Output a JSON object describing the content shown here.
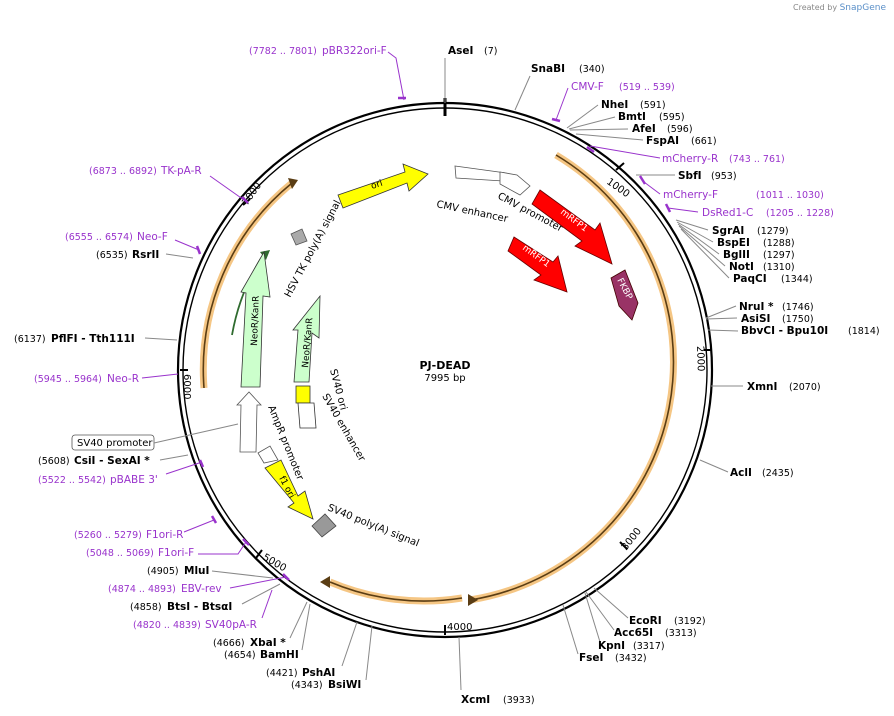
{
  "credit": {
    "prefix": "Created by",
    "brand": "SnapGene"
  },
  "plasmid": {
    "name": "PJ-DEAD",
    "length": "7995 bp"
  },
  "ticks": [
    "1000",
    "2000",
    "3000",
    "4000",
    "5000",
    "6000",
    "7000"
  ],
  "sites": [
    {
      "name": "AseI",
      "pos": "(7)"
    },
    {
      "name": "SnaBI",
      "pos": "(340)"
    },
    {
      "name": "NheI",
      "pos": "(591)"
    },
    {
      "name": "BmtI",
      "pos": "(595)"
    },
    {
      "name": "AfeI",
      "pos": "(596)"
    },
    {
      "name": "FspAI",
      "pos": "(661)"
    },
    {
      "name": "SbfI",
      "pos": "(953)"
    },
    {
      "name": "SgrAI",
      "pos": "(1279)"
    },
    {
      "name": "BspEI",
      "pos": "(1288)"
    },
    {
      "name": "BglII",
      "pos": "(1297)"
    },
    {
      "name": "NotI",
      "pos": "(1310)"
    },
    {
      "name": "PaqCI",
      "pos": "(1344)"
    },
    {
      "name": "NruI *",
      "pos": "(1746)"
    },
    {
      "name": "AsiSI",
      "pos": "(1750)"
    },
    {
      "name": "BbvCI - Bpu10I",
      "pos": "(1814)"
    },
    {
      "name": "XmnI",
      "pos": "(2070)"
    },
    {
      "name": "AclI",
      "pos": "(2435)"
    },
    {
      "name": "EcoRI",
      "pos": "(3192)"
    },
    {
      "name": "Acc65I",
      "pos": "(3313)"
    },
    {
      "name": "KpnI",
      "pos": "(3317)"
    },
    {
      "name": "FseI",
      "pos": "(3432)"
    },
    {
      "name": "XcmI",
      "pos": "(3933)"
    },
    {
      "name": "BsiWI",
      "pos": "(4343)"
    },
    {
      "name": "PshAI",
      "pos": "(4421)"
    },
    {
      "name": "BamHI",
      "pos": "(4654)"
    },
    {
      "name": "XbaI *",
      "pos": "(4666)"
    },
    {
      "name": "BtsI - BtsαI",
      "pos": "(4858)"
    },
    {
      "name": "MluI",
      "pos": "(4905)"
    },
    {
      "name": "CsiI - SexAI *",
      "pos": "(5608)"
    },
    {
      "name": "PflFI - Tth111I",
      "pos": "(6137)"
    },
    {
      "name": "RsrII",
      "pos": "(6535)"
    }
  ],
  "primers": [
    {
      "name": "pBR322ori-F",
      "pos": "(7782 .. 7801)"
    },
    {
      "name": "CMV-F",
      "pos": "(519 .. 539)"
    },
    {
      "name": "mCherry-R",
      "pos": "(743 .. 761)"
    },
    {
      "name": "mCherry-F",
      "pos": "(1011 .. 1030)"
    },
    {
      "name": "DsRed1-C",
      "pos": "(1205 .. 1228)"
    },
    {
      "name": "TK-pA-R",
      "pos": "(6873 .. 6892)"
    },
    {
      "name": "Neo-F",
      "pos": "(6555 .. 6574)"
    },
    {
      "name": "Neo-R",
      "pos": "(5945 .. 5964)"
    },
    {
      "name": "pBABE 3'",
      "pos": "(5522 .. 5542)"
    },
    {
      "name": "F1ori-R",
      "pos": "(5260 .. 5279)"
    },
    {
      "name": "F1ori-F",
      "pos": "(5048 .. 5069)"
    },
    {
      "name": "EBV-rev",
      "pos": "(4874 .. 4893)"
    },
    {
      "name": "SV40pA-R",
      "pos": "(4820 .. 4839)"
    }
  ],
  "features": {
    "ori": "ori",
    "cmv_enhancer": "CMV enhancer",
    "cmv_promoter": "CMV promoter",
    "mrfp1_a": "mRFP1",
    "mrfp1_b": "mRFP1",
    "fkbp": "FKBP",
    "hsv_polya": "HSV TK poly(A) signal",
    "neor_outer": "NeoR/KanR",
    "neor_inner": "NeoR/KanR",
    "sv40_ori": "SV40 ori",
    "sv40_enhancer": "SV40 enhancer",
    "sv40_promoter": "SV40 promoter",
    "ampr_promoter": "AmpR promoter",
    "f1_ori": "f1 ori",
    "sv40_polya": "SV40 poly(A) signal"
  },
  "colors": {
    "backbone": "#000000",
    "ori": "#ffff00",
    "mrfp1": "#ff0000",
    "fkbp": "#993366",
    "neor": "#ccffcc",
    "primer": "#9933cc",
    "orf": "#f5b84a"
  }
}
